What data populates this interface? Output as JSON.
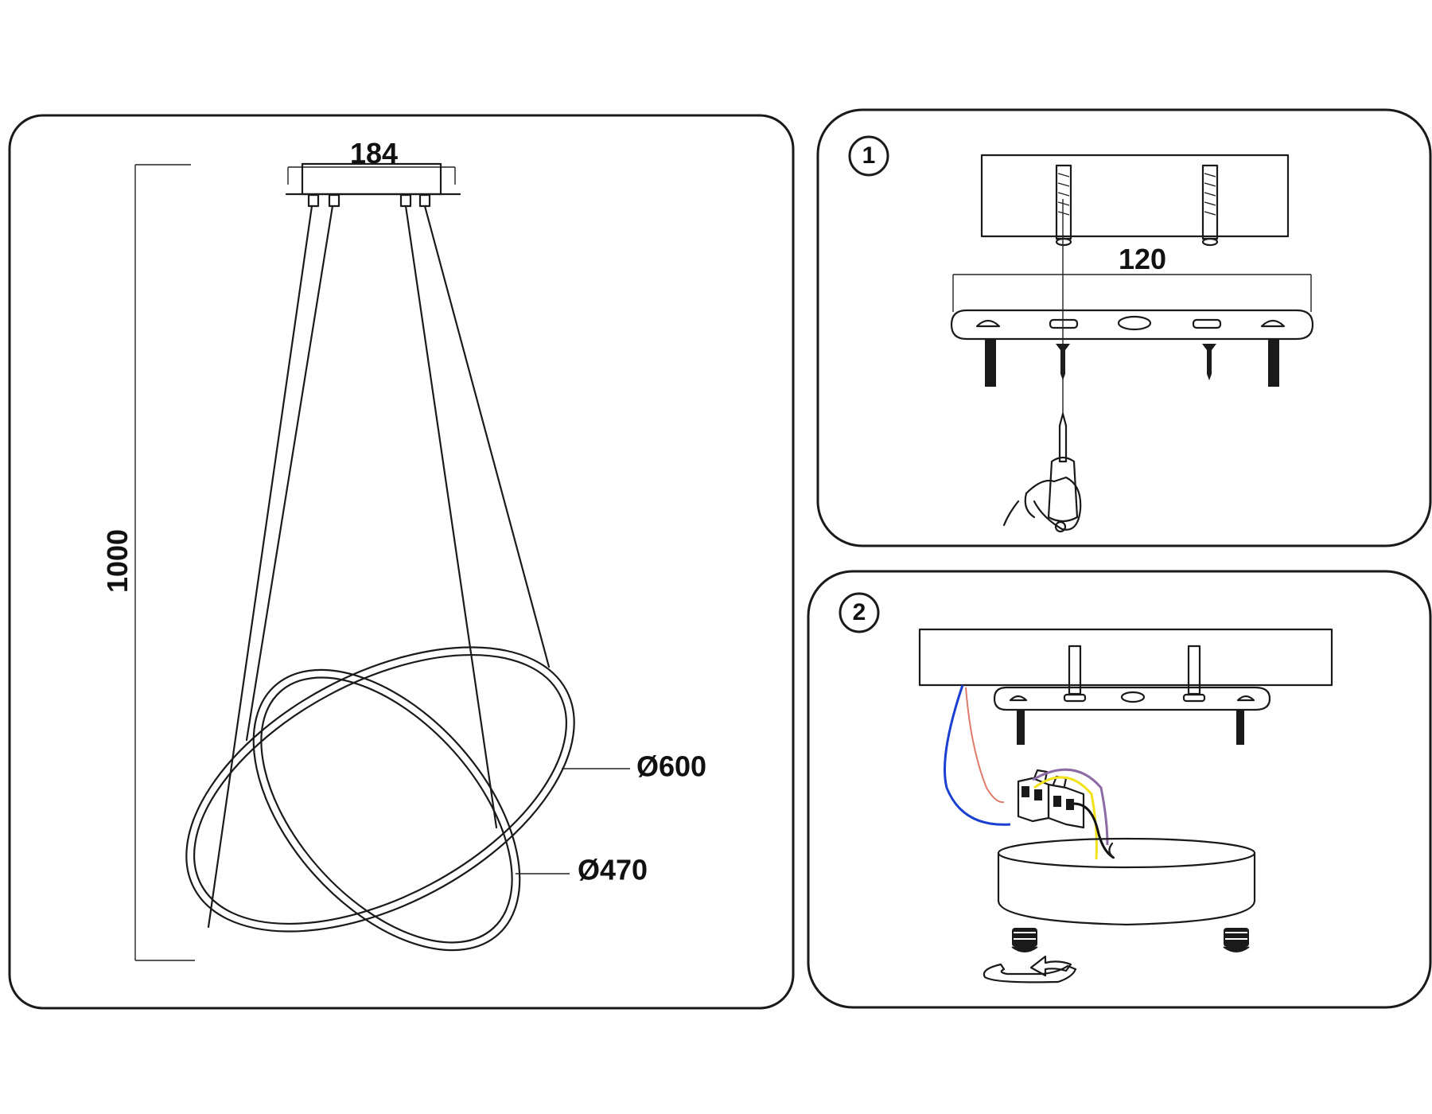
{
  "main_view": {
    "width_label": "184",
    "height_label": "1000",
    "outer_ring_label": "Ø600",
    "inner_ring_label": "Ø470"
  },
  "step1": {
    "number": "1",
    "bracket_length_label": "120"
  },
  "step2": {
    "number": "2",
    "wire_colors": {
      "blue": "#1a3fd1",
      "red": "#e07a6a",
      "yellow": "#f2e21a",
      "purple": "#8c6aa3",
      "black": "#111111"
    }
  }
}
